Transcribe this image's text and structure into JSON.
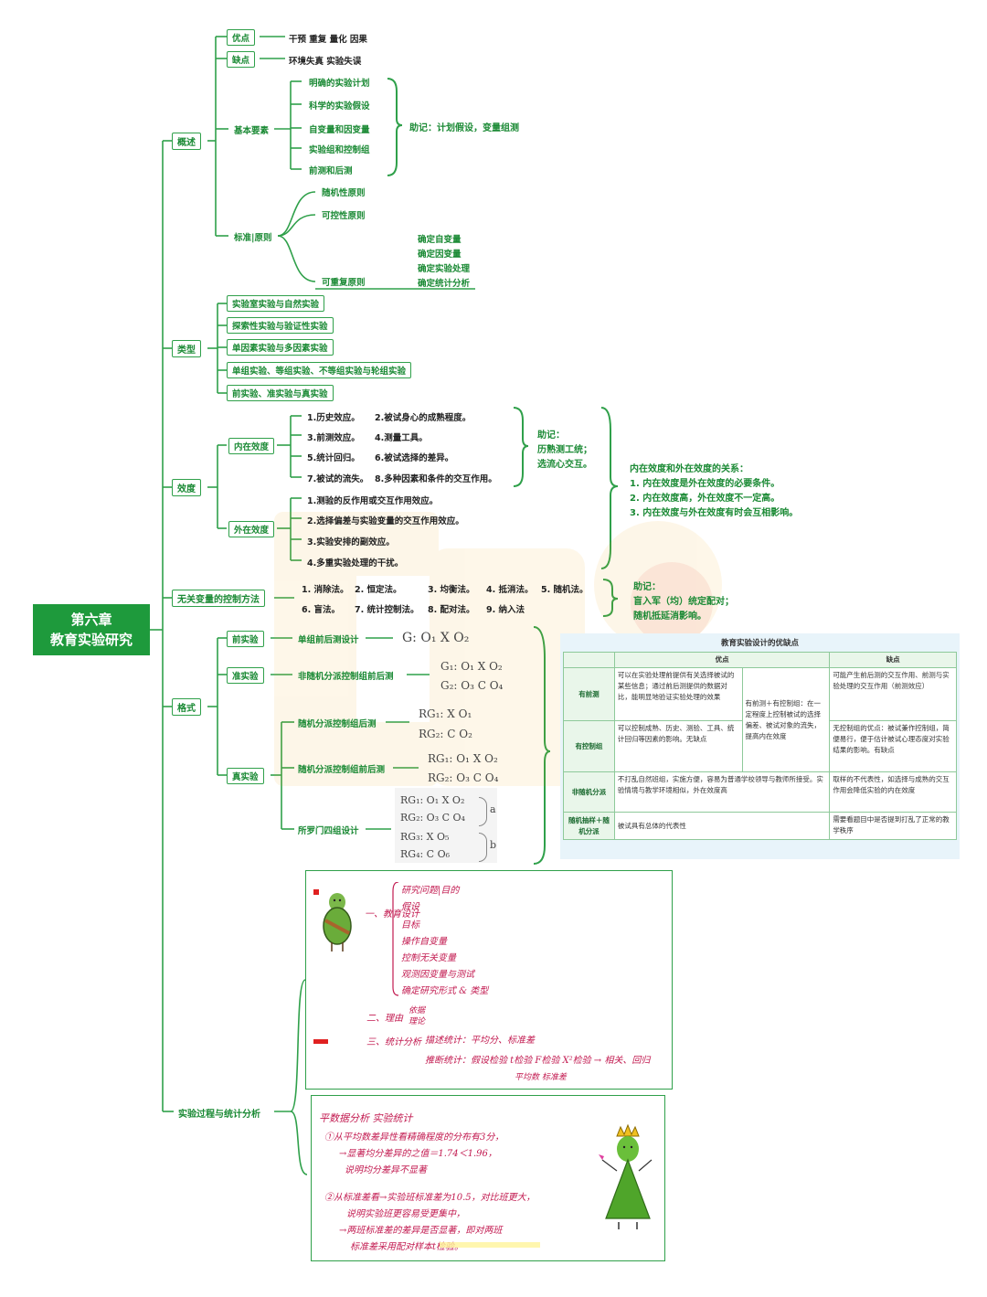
{
  "root": {
    "line1": "第六章",
    "line2": "教育实验研究"
  },
  "overview": {
    "label": "概述",
    "advantage_label": "优点",
    "advantage_text": "干预  重复  量化  因果",
    "weakness_label": "缺点",
    "weakness_text": "环境失真  实验失误",
    "elements_label": "基本要素",
    "elements": [
      "明确的实验计划",
      "科学的实验假设",
      "自变量和因变量",
      "实验组和控制组",
      "前测和后测"
    ],
    "elements_mnemonic": "助记：计划假设，变量组测",
    "principles_label": "标准|原则",
    "principles": [
      "随机性原则",
      "可控性原则",
      "可重复原则"
    ],
    "repeat_details": [
      "确定自变量",
      "确定因变量",
      "确定实验处理",
      "确定统计分析"
    ]
  },
  "types": {
    "label": "类型",
    "items": [
      "实验室实验与自然实验",
      "探索性实验与验证性实验",
      "单因素实验与多因素实验",
      "单组实验、等组实验、不等组实验与轮组实验",
      "前实验、准实验与真实验"
    ]
  },
  "validity": {
    "label": "效度",
    "internal_label": "内在效度",
    "internal": [
      "1.历史效应。",
      "2.被试身心的成熟程度。",
      "3.前测效应。",
      "4.测量工具。",
      "5.统计回归。",
      "6.被试选择的差异。",
      "7.被试的流失。",
      "8.多种因素和条件的交互作用。"
    ],
    "internal_mnemonic": [
      "助记：",
      "历熟测工统；",
      "选流心交互。"
    ],
    "external_label": "外在效度",
    "external": [
      "1.测验的反作用或交互作用效应。",
      "2.选择偏差与实验变量的交互作用效应。",
      "3.实验安排的副效应。",
      "4.多重实验处理的干扰。"
    ],
    "relation": [
      "内在效度和外在效度的关系：",
      "1. 内在效度是外在效度的必要条件。",
      "2. 内在效度高，外在效度不一定高。",
      "3. 内在效度与外在效度有时会互相影响。"
    ]
  },
  "control": {
    "label": "无关变量的控制方法",
    "row1": [
      "1. 消除法。",
      "2. 恒定法。",
      "3. 均衡法。",
      "4. 抵消法。",
      "5. 随机法。"
    ],
    "row2": [
      "6. 盲法。",
      "7. 统计控制法。",
      "8. 配对法。",
      "9. 纳入法"
    ],
    "mnemonic": [
      "助记：",
      "盲入军（均）统定配对；",
      "随机抵延消影响。"
    ]
  },
  "format": {
    "label": "格式",
    "pre_label": "前实验",
    "pre_design": "单组前后测设计",
    "pre_formula": "G:  O₁   X   O₂",
    "quasi_label": "准实验",
    "quasi_design": "非随机分派控制组前后测",
    "quasi_rows": [
      "G₁:  O₁   X   O₂",
      "G₂:  O₃   C   O₄"
    ],
    "true_label": "真实验",
    "true_designs": [
      "随机分派控制组后测",
      "随机分派控制组前后测",
      "所罗门四组设计"
    ],
    "post_rows": [
      "RG₁:  X     O₁",
      "RG₂:  C     O₂"
    ],
    "prepost_rows": [
      "RG₁:  O₁   X   O₂",
      "RG₂:  O₃   C   O₄"
    ],
    "solomon_rows": [
      "RG₁:  O₁   X   O₂",
      "RG₂:  O₃   C   O₄",
      "RG₃:        X   O₅",
      "RG₄:        C   O₆"
    ],
    "solomon_groups": [
      "a",
      "b"
    ]
  },
  "table": {
    "title": "教育实验设计的优缺点",
    "col_adv": "优点",
    "col_dis": "缺点",
    "row_pre": "有前测",
    "row_pre_adv": "可以在实验处理前提供有关选择被试的某些信息；通过前后测提供的数据对比，能明显地验证实验处理的效果",
    "row_both_adv": "有前测＋有控制组：在一定程度上控制被试的选择偏差、被试对象的流失，提高内在效度",
    "row_pre_dis": "可能产生前后测的交互作用、前测与实验处理的交互作用（前测效应）",
    "row_ctrl": "有控制组",
    "row_ctrl_adv": "可以控制成熟、历史、测验、工具、统计回归等因素的影响。无缺点",
    "row_ctrl_dis": "无控制组的优点：被试兼作控制组，简便易行，便于估计被试心理态度对实验结果的影响。有缺点",
    "row_nonrand": "非随机分派",
    "row_nonrand_adv": "不打乱自然班组，实施方便，容易为普通学校领导与教师所接受。实验情境与教学环境相似，外在效度高",
    "row_nonrand_dis": "取样的不代表性，如选择与成熟的交互作用会降低实验的内在效度",
    "row_rand": "随机抽样＋随机分派",
    "row_rand_adv": "被试具有总体的代表性",
    "row_rand_dis": "需要看题目中是否提到打乱了正常的教学秩序"
  },
  "process": {
    "label": "实验过程与统计分析",
    "note1_step1": "一、教育设计",
    "note1_items": [
      "研究问题|目的",
      "假设",
      "目标",
      "操作自变量",
      "控制无关变量",
      "观测因变量与测试",
      "确定研究形式 & 类型"
    ],
    "note1_step2": "二、理由",
    "note1_step2_items": [
      "依据",
      "理论"
    ],
    "note1_step3": "三、统计分析",
    "note1_step3_a": "描述统计：平均分、标准差",
    "note1_step3_b": "推断统计：假设检验  t检验  F检验  X²检验 → 相关、回归",
    "note1_step3_c": "平均数  标准差",
    "note2_title": "平数据分析  实验统计",
    "note2_lines": [
      "①从平均数差异性看精确程度的分布有3分，",
      "→显著均分差异的之值＝1.74＜1.96，",
      "说明均分差异不显著",
      "②从标准差看→实验班标准差为10.5，对比班更大，",
      "说明实验班更容易受更集中，",
      "→两班标准差的差异是否显著，即对两班",
      "标准差采用配对样本t检验。"
    ]
  },
  "colors": {
    "accent": "#1e9a3c",
    "line": "#2fa04a",
    "highlight": "#fff49a",
    "handwriting": "#c21a50"
  }
}
